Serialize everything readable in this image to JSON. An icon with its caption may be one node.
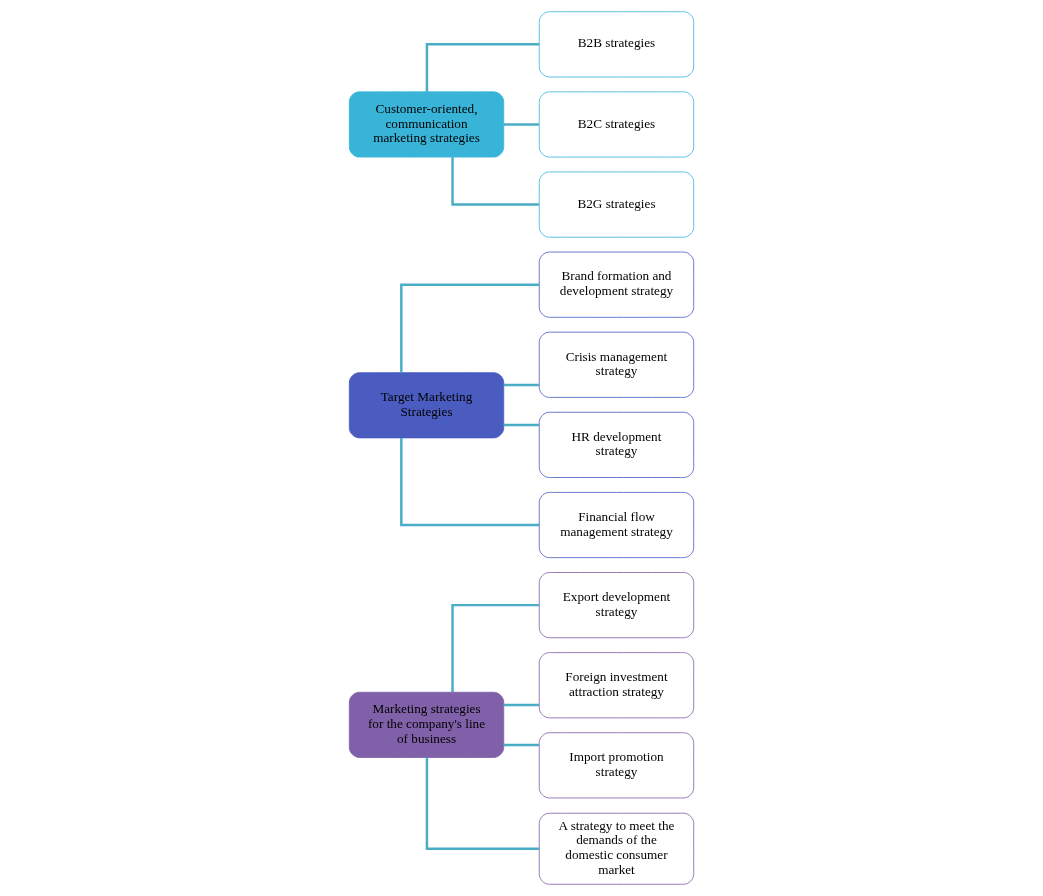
{
  "diagram": {
    "nodes": [
      {
        "text": [
          "Marketing strategies for the company's line of business"
        ]
      },
      {
        "text": [
          "Export development strategy"
        ]
      },
      {
        "text": [
          "Foreign investment attraction strategy"
        ]
      },
      {
        "text": [
          "Import promotion strategy"
        ]
      },
      {
        "text": [
          "A strategy to meet the demands of the domestic consumer market"
        ]
      },
      {
        "text": [
          "Target Marketing Strategies"
        ]
      },
      {
        "text": [
          "Brand formation and development strategy"
        ]
      },
      {
        "text": [
          "Crisis management strategy"
        ]
      },
      {
        "text": [
          "HR development strategy"
        ]
      },
      {
        "text": [
          "Financial flow management strategy"
        ]
      },
      {
        "text": [
          "Customer-oriented, communication marketing strategies"
        ]
      },
      {
        "text": [
          "B2B strategies"
        ]
      },
      {
        "text": [
          "B2C strategies"
        ]
      },
      {
        "text": [
          "B2G strategies"
        ]
      }
    ],
    "edges": [
      {
        "from": 0,
        "to": 1,
        "arrow": "none"
      },
      {
        "from": 0,
        "to": 2,
        "arrow": "none"
      },
      {
        "from": 0,
        "to": 3,
        "arrow": "none"
      },
      {
        "from": 0,
        "to": 4,
        "arrow": "none"
      },
      {
        "from": 5,
        "to": 6,
        "arrow": "none"
      },
      {
        "from": 5,
        "to": 7,
        "arrow": "none"
      },
      {
        "from": 5,
        "to": 8,
        "arrow": "none"
      },
      {
        "from": 5,
        "to": 9,
        "arrow": "none"
      },
      {
        "from": 10,
        "to": 11,
        "arrow": "none"
      },
      {
        "from": 10,
        "to": 12,
        "arrow": "none"
      },
      {
        "from": 10,
        "to": 13,
        "arrow": "none"
      }
    ]
  }
}
